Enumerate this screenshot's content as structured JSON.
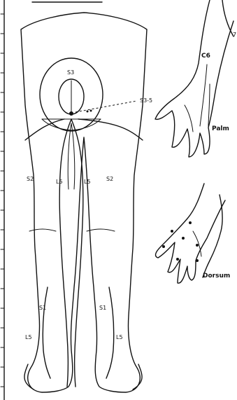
{
  "labels": {
    "s3": "S3",
    "s35": "S3-5",
    "s2_left": "S2",
    "s2_right": "S2",
    "l5_left": "L5",
    "l5_right": "L5",
    "s1_left": "S1",
    "s1_right": "S1",
    "l5_leg_left": "L5",
    "l5_leg_right": "L5",
    "c6": "C6",
    "c7": "7",
    "palm": "Palm",
    "dorsum": "Dorsum"
  }
}
